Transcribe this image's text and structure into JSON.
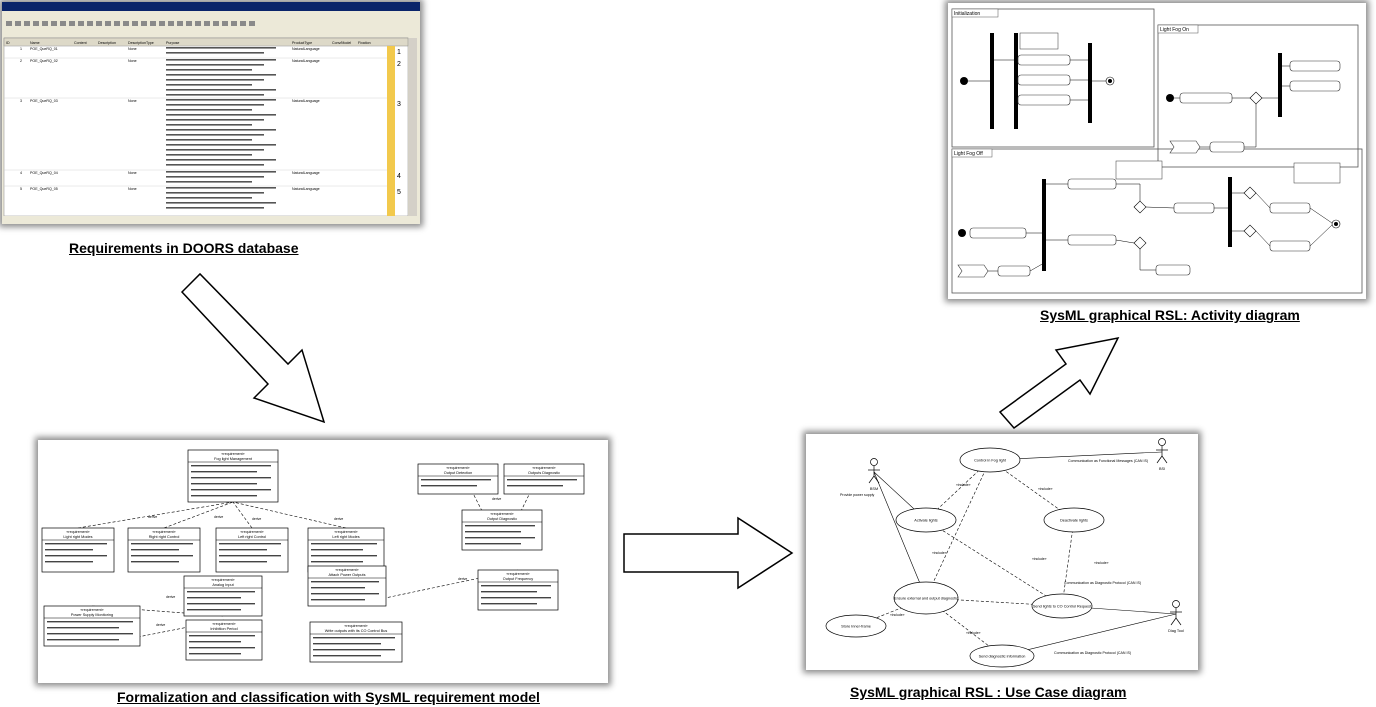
{
  "captions": {
    "doors": "Requirements in DOORS database",
    "activity": "SysML graphical RSL: Activity diagram",
    "formalization": "Formalization and classification with SysML requirement model",
    "usecase": "SysML graphical RSL : Use Case diagram"
  },
  "doors": {
    "columns": [
      "ID",
      "Name",
      "Content",
      "Description",
      "DescriptionType",
      "Purpose",
      "ProductType",
      "Conv/Model",
      "Fixation"
    ],
    "rows": [
      {
        "num": "1",
        "name": "POE_QueRQ_01",
        "type": "None",
        "product": "NaturalLanguage",
        "marker": "1"
      },
      {
        "num": "2",
        "name": "POE_QueRQ_02",
        "type": "None",
        "product": "NaturalLanguage",
        "marker": "2"
      },
      {
        "num": "3",
        "name": "POE_QueRQ_03",
        "type": "None",
        "product": "NaturalLanguage",
        "marker": "3"
      },
      {
        "num": "4",
        "name": "POE_QueRQ_04",
        "type": "None",
        "product": "NaturalLanguage",
        "marker": "4"
      },
      {
        "num": "5",
        "name": "POE_QueRQ_05",
        "type": "None",
        "product": "NaturalLanguage",
        "marker": "5"
      }
    ]
  },
  "reqmodel": {
    "stereotype": "«requirement»",
    "blocks": [
      {
        "title": "Fog light Management"
      },
      {
        "title": "Light right Modes"
      },
      {
        "title": "Right right Control"
      },
      {
        "title": "Left right Control"
      },
      {
        "title": "Left right Modes"
      },
      {
        "title": "Output Detection"
      },
      {
        "title": "Outputs Diagnostic"
      },
      {
        "title": "Output Diagnostic"
      },
      {
        "title": "Analog Input"
      },
      {
        "title": "Attach Power Outputs"
      },
      {
        "title": "Output Frequency"
      },
      {
        "title": "Power Supply Monitoring"
      },
      {
        "title": "Inhibition Period"
      },
      {
        "title": "Write outputs with its CO Control Bus"
      }
    ],
    "relation": "derive"
  },
  "usecase": {
    "actors": [
      {
        "label": "BSM"
      },
      {
        "label": "BSI"
      },
      {
        "label": "Diag Tool"
      }
    ],
    "cases": [
      {
        "label": "Control in Fog light"
      },
      {
        "label": "Activate lights"
      },
      {
        "label": "Deactivate lights"
      },
      {
        "label": "Ensure external and output diagnostic"
      },
      {
        "label": "Send lights to CO Control Request"
      },
      {
        "label": "Store Inner-frame"
      },
      {
        "label": "Send diagnostic information"
      }
    ],
    "notes": [
      {
        "label": "Provide power supply"
      },
      {
        "label": "Communication as Functional Messages (CAN IS)"
      },
      {
        "label": "Communication as Diagnostic Protocol (CAN IS)"
      },
      {
        "label": "Communication as Diagnostic Protocol (CAN IS)"
      }
    ],
    "relation": "«include»"
  },
  "activity": {
    "frames": [
      {
        "label": "Initialization"
      },
      {
        "label": "Light Fog On"
      },
      {
        "label": "Light Fog Off"
      }
    ]
  },
  "colors": {
    "panel_shadow": "#555555",
    "doors_marker": "#f2c94c",
    "doors_titlebar": "#0a246a",
    "arrow_stroke": "#000000"
  }
}
